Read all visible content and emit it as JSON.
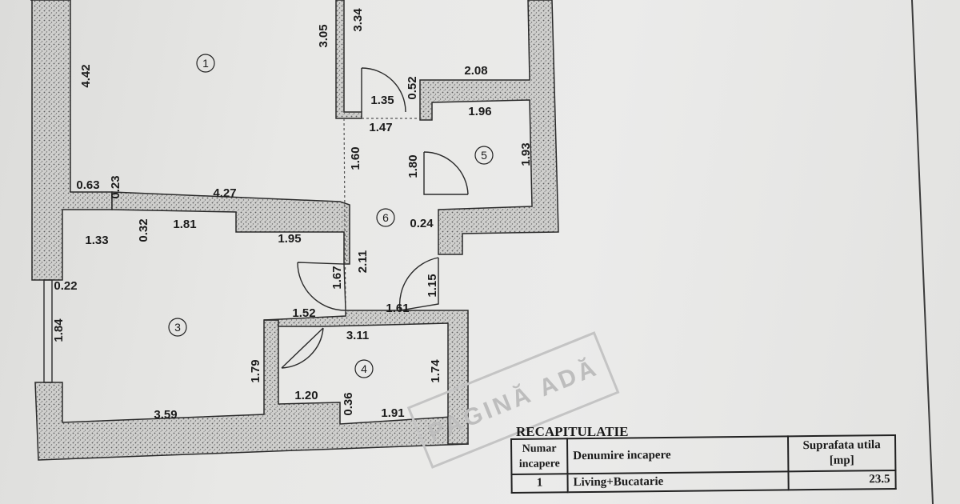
{
  "floor_plan": {
    "rooms": [
      {
        "number": "1",
        "id": "room-1"
      },
      {
        "number": "3",
        "id": "room-3"
      },
      {
        "number": "4",
        "id": "room-4"
      },
      {
        "number": "5",
        "id": "room-5"
      },
      {
        "number": "6",
        "id": "room-6"
      }
    ],
    "dimensions": {
      "d_442": "4.42",
      "d_305": "3.05",
      "d_334": "3.34",
      "d_208": "2.08",
      "d_135": "1.35",
      "d_052": "0.52",
      "d_147": "1.47",
      "d_196": "1.96",
      "d_160": "1.60",
      "d_180": "1.80",
      "d_193": "1.93",
      "d_063": "0.63",
      "d_023": "0.23",
      "d_427": "4.27",
      "d_024": "0.24",
      "d_032": "0.32",
      "d_181": "1.81",
      "d_133": "1.33",
      "d_195": "1.95",
      "d_167": "1.67",
      "d_211": "2.11",
      "d_115": "1.15",
      "d_022": "0.22",
      "d_152": "1.52",
      "d_161": "1.61",
      "d_311": "3.11",
      "d_184": "1.84",
      "d_179": "1.79",
      "d_174": "1.74",
      "d_120": "1.20",
      "d_036": "0.36",
      "d_191": "1.91",
      "d_359": "3.59"
    },
    "stamp": "PAGINĂ ADĂ"
  },
  "recap": {
    "title": "RECAPITULATIE",
    "headers": {
      "number": "Numar incapere",
      "name": "Denumire incapere",
      "area": "Suprafata utila [mp]"
    },
    "rows": [
      {
        "number": "1",
        "name": "Living+Bucatarie",
        "area": "23.5"
      }
    ]
  }
}
